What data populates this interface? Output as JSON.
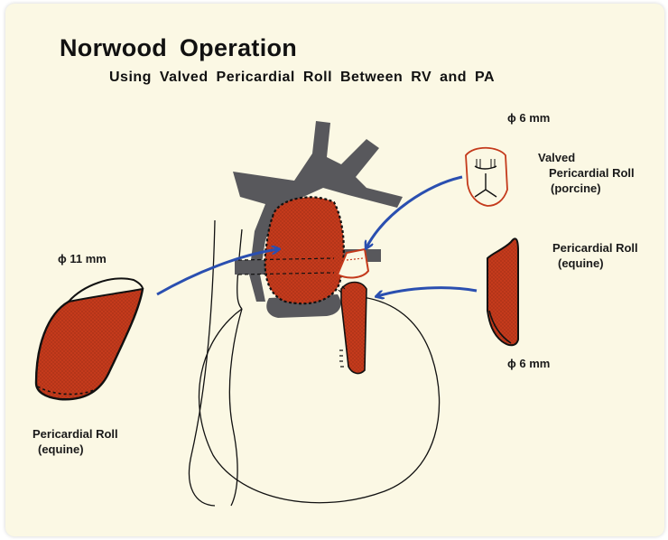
{
  "title": "Norwood Operation",
  "subtitle": "Using Valved Pericardial Roll Between RV and PA",
  "labels": {
    "dia_top": "ϕ 6 mm",
    "valved_line1": "Valved",
    "valved_line2": "Pericardial Roll",
    "valved_line3": "(porcine)",
    "equine_right_line1": "Pericardial Roll",
    "equine_right_line2": "(equine)",
    "dia_bottom_right": "ϕ 6 mm",
    "dia_left": "ϕ 11 mm",
    "equine_left_line1": "Pericardial Roll",
    "equine_left_line2": "(equine)"
  },
  "colors": {
    "background": "#fbf8e4",
    "tissue_red": "#c43a1c",
    "vessel_gray": "#58585c",
    "arrow_blue": "#2a4fb0",
    "outline": "#111111"
  }
}
